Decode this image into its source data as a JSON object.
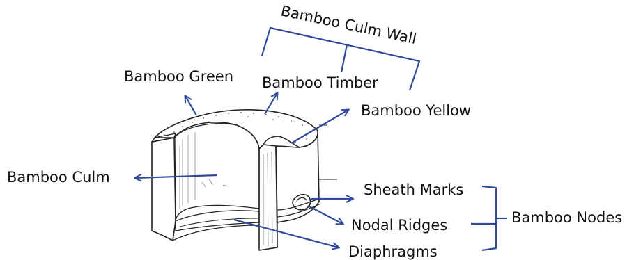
{
  "labels": {
    "culm_wall": "Bamboo Culm Wall",
    "green": "Bamboo Green",
    "timber": "Bamboo Timber",
    "yellow": "Bamboo Yellow",
    "culm": "Bamboo Culm",
    "sheath_marks": "Sheath Marks",
    "nodal_ridges": "Nodal Ridges",
    "diaphragms": "Diaphragms",
    "nodes": "Bamboo Nodes"
  },
  "colors": {
    "annotation": "#2f4b9c",
    "ink": "#222222",
    "text": "#111111"
  }
}
